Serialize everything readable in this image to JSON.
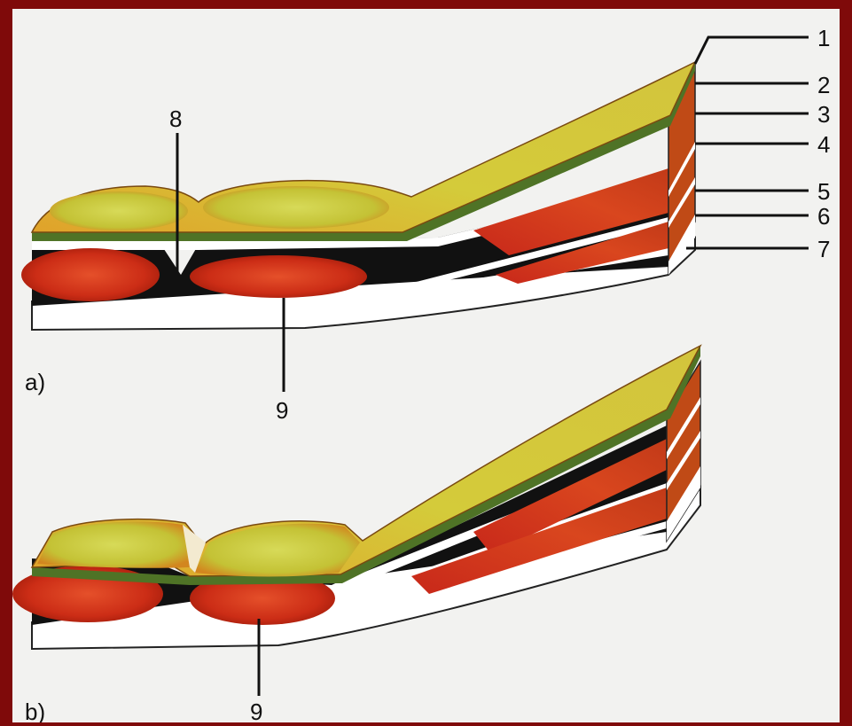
{
  "diagram": {
    "panels": [
      {
        "id": "a",
        "label": "a)"
      },
      {
        "id": "b",
        "label": "b)"
      }
    ],
    "callouts": [
      "1",
      "2",
      "3",
      "4",
      "5",
      "6",
      "7",
      "8",
      "9"
    ],
    "callout_b": "9",
    "colors": {
      "frame": "#7f0a0a",
      "background": "#f2f2f0",
      "yellow_layer": "#c9cf3a",
      "orange_layer": "#d98a1e",
      "green_band": "#5a7a2a",
      "red_muscle": "#d0321a",
      "dark_red": "#a51a0c",
      "white_layer": "#ffffff",
      "black_layer": "#111111"
    }
  }
}
